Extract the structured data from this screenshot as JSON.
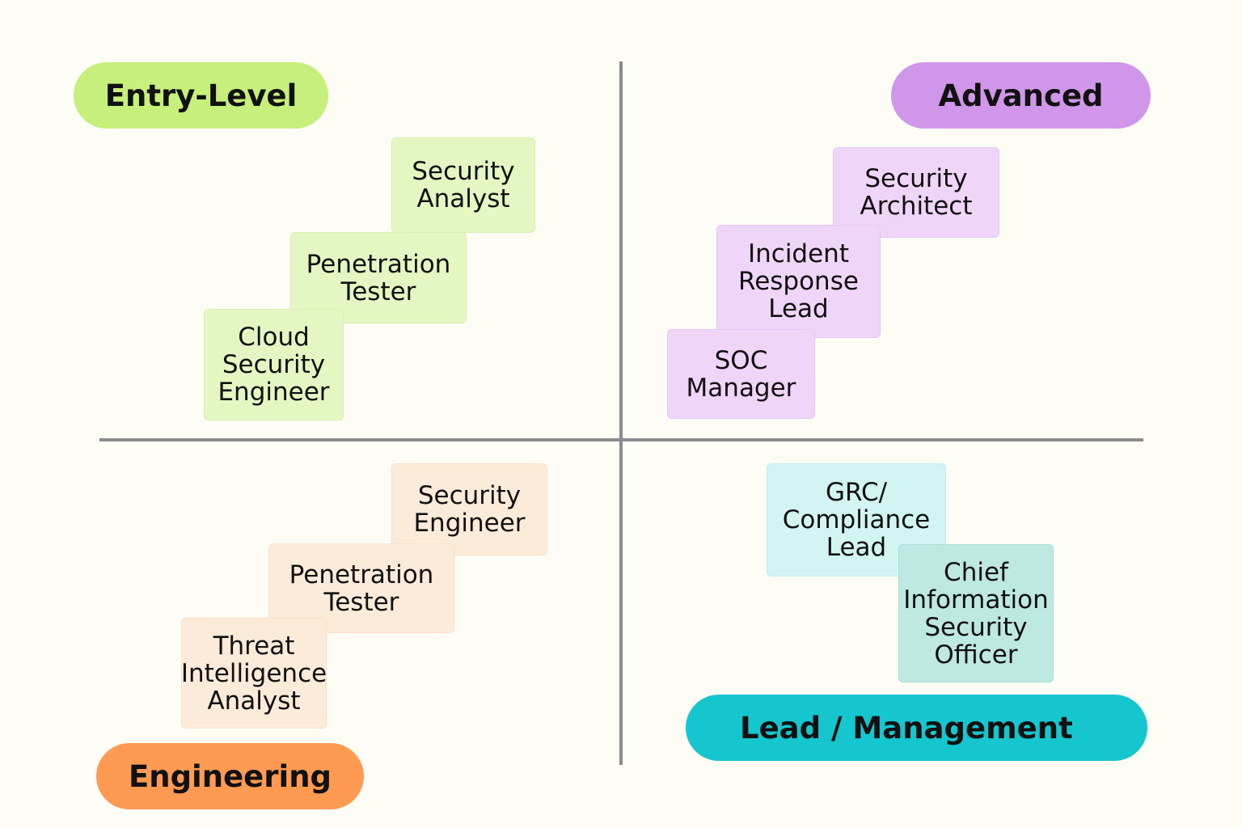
{
  "quadrants": {
    "entry_level": {
      "label": "Entry-Level",
      "roles": [
        [
          "Security",
          "Analyst"
        ],
        [
          "Penetration",
          "Tester"
        ],
        [
          "Cloud",
          "Security",
          "Engineer"
        ]
      ]
    },
    "advanced": {
      "label": "Advanced",
      "roles": [
        [
          "Security",
          "Architect"
        ],
        [
          "Incident",
          "Response",
          "Lead"
        ],
        [
          "SOC",
          "Manager"
        ]
      ]
    },
    "engineering": {
      "label": "Engineering",
      "roles": [
        [
          "Security",
          "Engineer"
        ],
        [
          "Penetration",
          "Tester"
        ],
        [
          "Threat",
          "Intelligence",
          "Analyst"
        ]
      ]
    },
    "lead_management": {
      "label": "Lead / Management",
      "roles": [
        [
          "GRC/",
          "Compliance",
          "Lead"
        ],
        [
          "Chief",
          "Information",
          "Security",
          "Officer"
        ]
      ]
    }
  },
  "colors": {
    "entry_level": "#c6ef7b",
    "advanced": "#cf96ea",
    "engineering": "#ff9a52",
    "lead_management": "#15c6cf",
    "divider": "#8a8b8e",
    "background": "#fdfcf5"
  }
}
